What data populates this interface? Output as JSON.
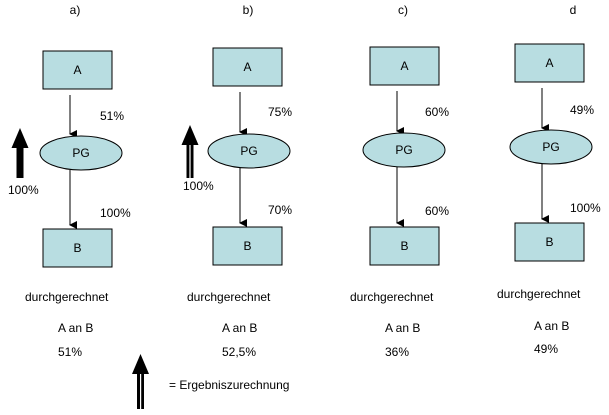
{
  "colors": {
    "node_fill": "#b8dde1"
  },
  "legend": {
    "text": "= Ergebniszurechnung"
  },
  "panels": [
    {
      "label": "a)",
      "top": "A",
      "middle": "PG",
      "bottom": "B",
      "pct_top": "51%",
      "pct_bottom": "100%",
      "result_arrow": "100%",
      "caption": "durchgerechnet",
      "relation": "A an B",
      "result": "51%"
    },
    {
      "label": "b)",
      "top": "A",
      "middle": "PG",
      "bottom": "B",
      "pct_top": "75%",
      "pct_bottom": "70%",
      "result_arrow": "100%",
      "caption": "durchgerechnet",
      "relation": "A an B",
      "result": "52,5%"
    },
    {
      "label": "c)",
      "top": "A",
      "middle": "PG",
      "bottom": "B",
      "pct_top": "60%",
      "pct_bottom": "60%",
      "caption": "durchgerechnet",
      "relation": "A an B",
      "result": "36%"
    },
    {
      "label": "d",
      "top": "A",
      "middle": "PG",
      "bottom": "B",
      "pct_top": "49%",
      "pct_bottom": "100%",
      "caption": "durchgerechnet",
      "relation": "A an B",
      "result": "49%"
    }
  ]
}
